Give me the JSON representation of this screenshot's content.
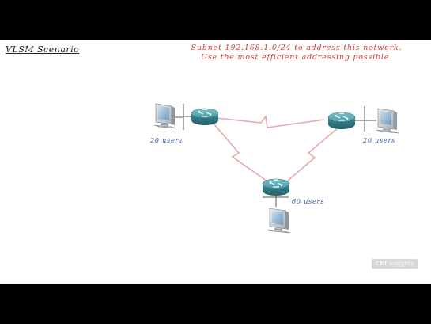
{
  "slide": {
    "title": "VLSM Scenario",
    "instruction_line1": "Subnet 192.168.1.0/24 to address this network.",
    "instruction_line2": "Use the most efficient addressing possible.",
    "watermark": "CBT nuggets"
  },
  "network": {
    "left_site": {
      "users_label": "20 users"
    },
    "right_site": {
      "users_label": "20 users"
    },
    "bottom_site": {
      "users_label": "60 users"
    }
  },
  "colors": {
    "title": "#222222",
    "instructions": "#d23b3b",
    "users_label": "#2c4fa8",
    "serial_link": "#e7a9a9",
    "router": "#3f8f99"
  },
  "icons": [
    "router-icon",
    "pc-icon",
    "serial-link"
  ]
}
